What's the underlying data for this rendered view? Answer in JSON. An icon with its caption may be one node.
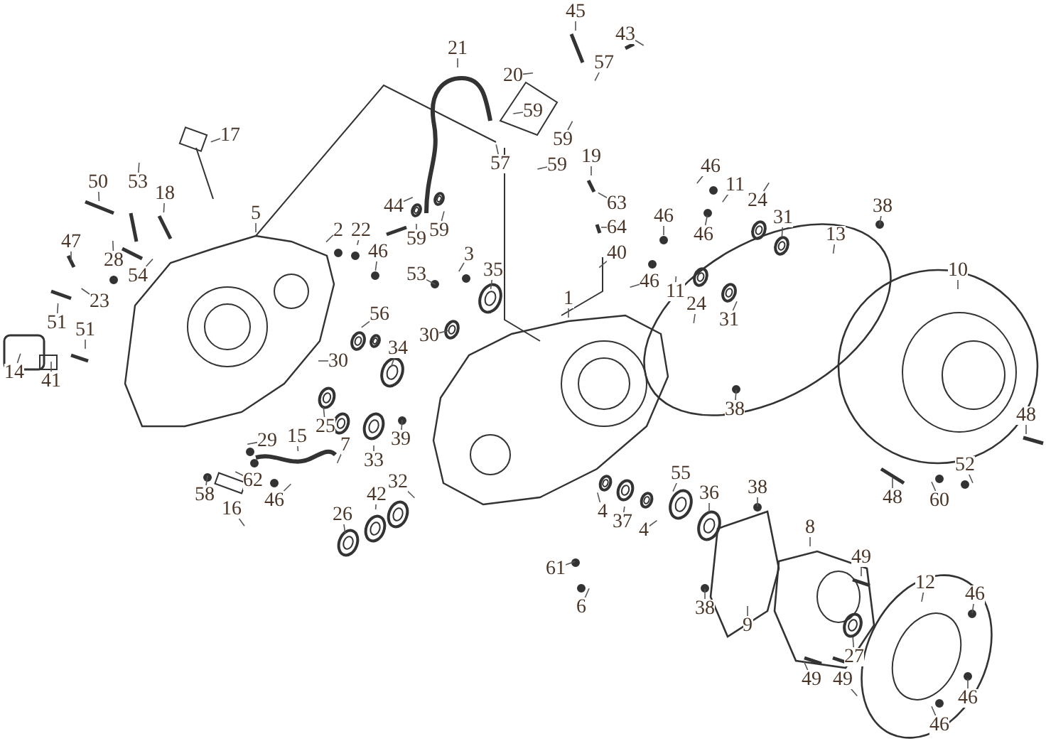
{
  "diagram": {
    "nodes": [
      {
        "text": [
          "45"
        ]
      },
      {
        "text": [
          "43"
        ]
      },
      {
        "text": [
          "57"
        ]
      },
      {
        "text": [
          "20"
        ]
      },
      {
        "text": [
          "59"
        ]
      },
      {
        "text": [
          "59"
        ]
      },
      {
        "text": [
          "59"
        ]
      },
      {
        "text": [
          "57"
        ]
      },
      {
        "text": [
          "21"
        ]
      },
      {
        "text": [
          "17"
        ]
      },
      {
        "text": [
          "50"
        ]
      },
      {
        "text": [
          "53"
        ]
      },
      {
        "text": [
          "18"
        ]
      },
      {
        "text": [
          "5"
        ]
      },
      {
        "text": [
          "47"
        ]
      },
      {
        "text": [
          "28"
        ]
      },
      {
        "text": [
          "54"
        ]
      },
      {
        "text": [
          "23"
        ]
      },
      {
        "text": [
          "51"
        ]
      },
      {
        "text": [
          "51"
        ]
      },
      {
        "text": [
          "14"
        ]
      },
      {
        "text": [
          "41"
        ]
      },
      {
        "text": [
          "2"
        ]
      },
      {
        "text": [
          "22"
        ]
      },
      {
        "text": [
          "46"
        ]
      },
      {
        "text": [
          "44"
        ]
      },
      {
        "text": [
          "59"
        ]
      },
      {
        "text": [
          "59"
        ]
      },
      {
        "text": [
          "53"
        ]
      },
      {
        "text": [
          "3"
        ]
      },
      {
        "text": [
          "35"
        ]
      },
      {
        "text": [
          "30"
        ]
      },
      {
        "text": [
          "56"
        ]
      },
      {
        "text": [
          "34"
        ]
      },
      {
        "text": [
          "30"
        ]
      },
      {
        "text": [
          "25"
        ]
      },
      {
        "text": [
          "7"
        ]
      },
      {
        "text": [
          "33"
        ]
      },
      {
        "text": [
          "39"
        ]
      },
      {
        "text": [
          "29"
        ]
      },
      {
        "text": [
          "15"
        ]
      },
      {
        "text": [
          "62"
        ]
      },
      {
        "text": [
          "46"
        ]
      },
      {
        "text": [
          "58"
        ]
      },
      {
        "text": [
          "16"
        ]
      },
      {
        "text": [
          "26"
        ]
      },
      {
        "text": [
          "42"
        ]
      },
      {
        "text": [
          "32"
        ]
      },
      {
        "text": [
          "1"
        ]
      },
      {
        "text": [
          "19"
        ]
      },
      {
        "text": [
          "63"
        ]
      },
      {
        "text": [
          "64"
        ]
      },
      {
        "text": [
          "40"
        ]
      },
      {
        "text": [
          "46"
        ]
      },
      {
        "text": [
          "11"
        ]
      },
      {
        "text": [
          "24"
        ]
      },
      {
        "text": [
          "31"
        ]
      },
      {
        "text": [
          "46"
        ]
      },
      {
        "text": [
          "46"
        ]
      },
      {
        "text": [
          "46"
        ]
      },
      {
        "text": [
          "11"
        ]
      },
      {
        "text": [
          "24"
        ]
      },
      {
        "text": [
          "31"
        ]
      },
      {
        "text": [
          "13"
        ]
      },
      {
        "text": [
          "38"
        ]
      },
      {
        "text": [
          "10"
        ]
      },
      {
        "text": [
          "38"
        ]
      },
      {
        "text": [
          "48"
        ]
      },
      {
        "text": [
          "48"
        ]
      },
      {
        "text": [
          "60"
        ]
      },
      {
        "text": [
          "52"
        ]
      },
      {
        "text": [
          "4"
        ]
      },
      {
        "text": [
          "37"
        ]
      },
      {
        "text": [
          "4"
        ]
      },
      {
        "text": [
          "55"
        ]
      },
      {
        "text": [
          "36"
        ]
      },
      {
        "text": [
          "38"
        ]
      },
      {
        "text": [
          "61"
        ]
      },
      {
        "text": [
          "6"
        ]
      },
      {
        "text": [
          "38"
        ]
      },
      {
        "text": [
          "9"
        ]
      },
      {
        "text": [
          "8"
        ]
      },
      {
        "text": [
          "49"
        ]
      },
      {
        "text": [
          "12"
        ]
      },
      {
        "text": [
          "46"
        ]
      },
      {
        "text": [
          "27"
        ]
      },
      {
        "text": [
          "49"
        ]
      },
      {
        "text": [
          "49"
        ]
      },
      {
        "text": [
          "46"
        ]
      },
      {
        "text": [
          "46"
        ]
      }
    ],
    "edges": [
      {
        "from": 0,
        "to": null,
        "arrow": "none"
      },
      {
        "from": 1,
        "to": null,
        "arrow": "none"
      },
      {
        "from": 2,
        "to": null,
        "arrow": "none"
      },
      {
        "from": 3,
        "to": null,
        "arrow": "none"
      },
      {
        "from": 4,
        "to": null,
        "arrow": "none"
      },
      {
        "from": 5,
        "to": null,
        "arrow": "none"
      },
      {
        "from": 6,
        "to": null,
        "arrow": "none"
      },
      {
        "from": 7,
        "to": null,
        "arrow": "none"
      },
      {
        "from": 8,
        "to": null,
        "arrow": "none"
      },
      {
        "from": 9,
        "to": null,
        "arrow": "none"
      },
      {
        "from": 10,
        "to": null,
        "arrow": "none"
      },
      {
        "from": 11,
        "to": null,
        "arrow": "none"
      },
      {
        "from": 12,
        "to": null,
        "arrow": "none"
      },
      {
        "from": 13,
        "to": null,
        "arrow": "none"
      },
      {
        "from": 14,
        "to": null,
        "arrow": "none"
      },
      {
        "from": 15,
        "to": null,
        "arrow": "none"
      },
      {
        "from": 16,
        "to": null,
        "arrow": "none"
      },
      {
        "from": 17,
        "to": null,
        "arrow": "none"
      },
      {
        "from": 18,
        "to": null,
        "arrow": "none"
      },
      {
        "from": 19,
        "to": null,
        "arrow": "none"
      },
      {
        "from": 20,
        "to": null,
        "arrow": "none"
      },
      {
        "from": 21,
        "to": null,
        "arrow": "none"
      },
      {
        "from": 22,
        "to": null,
        "arrow": "none"
      },
      {
        "from": 23,
        "to": null,
        "arrow": "none"
      },
      {
        "from": 24,
        "to": null,
        "arrow": "none"
      },
      {
        "from": 25,
        "to": null,
        "arrow": "none"
      },
      {
        "from": 26,
        "to": null,
        "arrow": "none"
      },
      {
        "from": 27,
        "to": null,
        "arrow": "none"
      },
      {
        "from": 28,
        "to": null,
        "arrow": "none"
      },
      {
        "from": 29,
        "to": null,
        "arrow": "none"
      },
      {
        "from": 30,
        "to": null,
        "arrow": "none"
      },
      {
        "from": 31,
        "to": null,
        "arrow": "none"
      },
      {
        "from": 32,
        "to": null,
        "arrow": "none"
      },
      {
        "from": 33,
        "to": null,
        "arrow": "none"
      },
      {
        "from": 34,
        "to": null,
        "arrow": "none"
      },
      {
        "from": 35,
        "to": null,
        "arrow": "none"
      },
      {
        "from": 36,
        "to": null,
        "arrow": "none"
      },
      {
        "from": 37,
        "to": null,
        "arrow": "none"
      },
      {
        "from": 38,
        "to": null,
        "arrow": "none"
      },
      {
        "from": 39,
        "to": null,
        "arrow": "none"
      },
      {
        "from": 40,
        "to": null,
        "arrow": "none"
      },
      {
        "from": 41,
        "to": null,
        "arrow": "none"
      },
      {
        "from": 42,
        "to": null,
        "arrow": "none"
      },
      {
        "from": 43,
        "to": null,
        "arrow": "none"
      },
      {
        "from": 44,
        "to": null,
        "arrow": "none"
      },
      {
        "from": 45,
        "to": null,
        "arrow": "none"
      },
      {
        "from": 46,
        "to": null,
        "arrow": "none"
      },
      {
        "from": 47,
        "to": null,
        "arrow": "none"
      },
      {
        "from": 48,
        "to": null,
        "arrow": "none"
      },
      {
        "from": 49,
        "to": null,
        "arrow": "none"
      },
      {
        "from": 50,
        "to": null,
        "arrow": "none"
      },
      {
        "from": 51,
        "to": null,
        "arrow": "none"
      },
      {
        "from": 52,
        "to": null,
        "arrow": "none"
      },
      {
        "from": 53,
        "to": null,
        "arrow": "none"
      },
      {
        "from": 54,
        "to": null,
        "arrow": "none"
      },
      {
        "from": 55,
        "to": null,
        "arrow": "none"
      },
      {
        "from": 56,
        "to": null,
        "arrow": "none"
      },
      {
        "from": 57,
        "to": null,
        "arrow": "none"
      },
      {
        "from": 58,
        "to": null,
        "arrow": "none"
      },
      {
        "from": 59,
        "to": null,
        "arrow": "none"
      },
      {
        "from": 60,
        "to": null,
        "arrow": "none"
      },
      {
        "from": 61,
        "to": null,
        "arrow": "none"
      },
      {
        "from": 62,
        "to": null,
        "arrow": "none"
      },
      {
        "from": 63,
        "to": null,
        "arrow": "none"
      },
      {
        "from": 64,
        "to": null,
        "arrow": "none"
      },
      {
        "from": 65,
        "to": null,
        "arrow": "none"
      },
      {
        "from": 66,
        "to": null,
        "arrow": "none"
      },
      {
        "from": 67,
        "to": null,
        "arrow": "none"
      },
      {
        "from": 68,
        "to": null,
        "arrow": "none"
      },
      {
        "from": 69,
        "to": null,
        "arrow": "none"
      },
      {
        "from": 70,
        "to": null,
        "arrow": "none"
      },
      {
        "from": 71,
        "to": null,
        "arrow": "none"
      },
      {
        "from": 72,
        "to": null,
        "arrow": "none"
      },
      {
        "from": 73,
        "to": null,
        "arrow": "none"
      },
      {
        "from": 74,
        "to": null,
        "arrow": "none"
      },
      {
        "from": 75,
        "to": null,
        "arrow": "none"
      },
      {
        "from": 76,
        "to": null,
        "arrow": "none"
      },
      {
        "from": 77,
        "to": null,
        "arrow": "none"
      },
      {
        "from": 78,
        "to": null,
        "arrow": "none"
      },
      {
        "from": 79,
        "to": null,
        "arrow": "none"
      },
      {
        "from": 80,
        "to": null,
        "arrow": "none"
      },
      {
        "from": 81,
        "to": null,
        "arrow": "none"
      },
      {
        "from": 82,
        "to": null,
        "arrow": "none"
      },
      {
        "from": 83,
        "to": null,
        "arrow": "none"
      },
      {
        "from": 84,
        "to": null,
        "arrow": "none"
      },
      {
        "from": 85,
        "to": null,
        "arrow": "none"
      },
      {
        "from": 86,
        "to": null,
        "arrow": "none"
      },
      {
        "from": 87,
        "to": null,
        "arrow": "none"
      },
      {
        "from": 88,
        "to": null,
        "arrow": "none"
      },
      {
        "from": 89,
        "to": null,
        "arrow": "none"
      }
    ]
  }
}
